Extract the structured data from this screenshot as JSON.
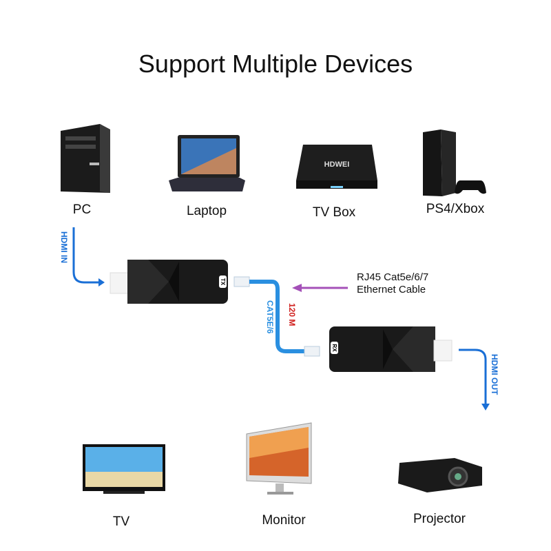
{
  "title": "Support  Multiple Devices",
  "sources": [
    {
      "label": "PC"
    },
    {
      "label": "Laptop"
    },
    {
      "label": "TV Box",
      "logo": "HDWEI"
    },
    {
      "label": "PS4/Xbox"
    }
  ],
  "displays": [
    {
      "label": "TV"
    },
    {
      "label": "Monitor"
    },
    {
      "label": "Projector"
    }
  ],
  "hdmi_in": "HDMI IN",
  "hdmi_out": "HDMI OUT",
  "tx_label": "TX",
  "rx_label": "RX",
  "cable_type": "CAT5E/6",
  "distance": "120 M",
  "cable_note": {
    "line1": "RJ45 Cat5e/6/7",
    "line2": "Ethernet Cable"
  },
  "colors": {
    "arrow_blue": "#1a6fd6",
    "cable_blue": "#2a8fe0",
    "distance_red": "#d0201e",
    "pointer_purple": "#a450b8"
  }
}
